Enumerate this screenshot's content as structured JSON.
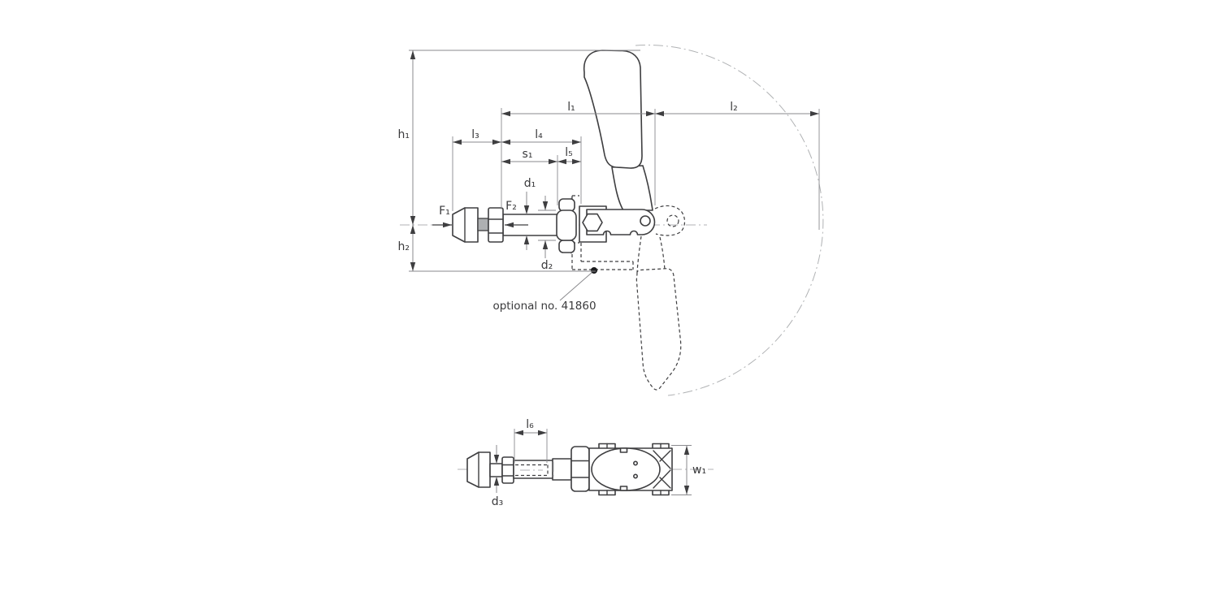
{
  "colors": {
    "line": "#3e3e40",
    "dimension_line": "#8a8a8e",
    "centerline": "#b0b2b4",
    "text": "#3a3a3c",
    "shaded_part": "#aeb0b2",
    "marker_dot": "#1c1c1e",
    "background": "#ffffff"
  },
  "labels": {
    "h1": "h₁",
    "h2": "h₂",
    "l1": "l₁",
    "l2": "l₂",
    "l3": "l₃",
    "l4": "l₄",
    "l5": "l₅",
    "l6": "l₆",
    "s1": "s₁",
    "d1": "d₁",
    "d2": "d₂",
    "d3": "d₃",
    "F1": "F₁",
    "F2": "F₂",
    "w1": "w₁"
  },
  "note": {
    "text": "optional no. 41860"
  }
}
